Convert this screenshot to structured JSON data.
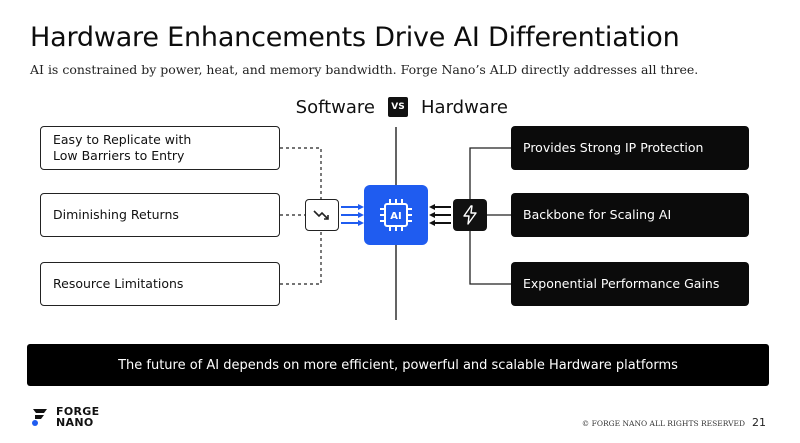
{
  "slide": {
    "title": "Hardware Enhancements Drive AI Differentiation",
    "subtitle": "AI is constrained by power, heat, and memory bandwidth. Forge Nano’s ALD directly addresses all three.",
    "software_label": "Software",
    "vs_label": "VS",
    "hardware_label": "Hardware",
    "software_items": [
      {
        "line1": "Easy to Replicate with",
        "line2": "Low Barriers to Entry"
      },
      {
        "line1": "Diminishing Returns"
      },
      {
        "line1": "Resource Limitations"
      }
    ],
    "hardware_items": [
      {
        "label": "Provides Strong IP Protection"
      },
      {
        "label": "Backbone for Scaling AI"
      },
      {
        "label": "Exponential Performance Gains"
      }
    ],
    "chip_label": "AI",
    "banner": "The future of AI depends on more efficient, powerful and scalable Hardware platforms",
    "logo_line1": "FORGE",
    "logo_line2": "NANO",
    "copyright": "© FORGE NANO ALL RIGHTS RESERVED",
    "page_number": "21"
  },
  "colors": {
    "accent": "#1f5cf0",
    "dark": "#0b0b0b"
  },
  "icons": {
    "software": "trend-down-icon",
    "hardware": "lightning-icon",
    "chip": "ai-chip-icon"
  }
}
